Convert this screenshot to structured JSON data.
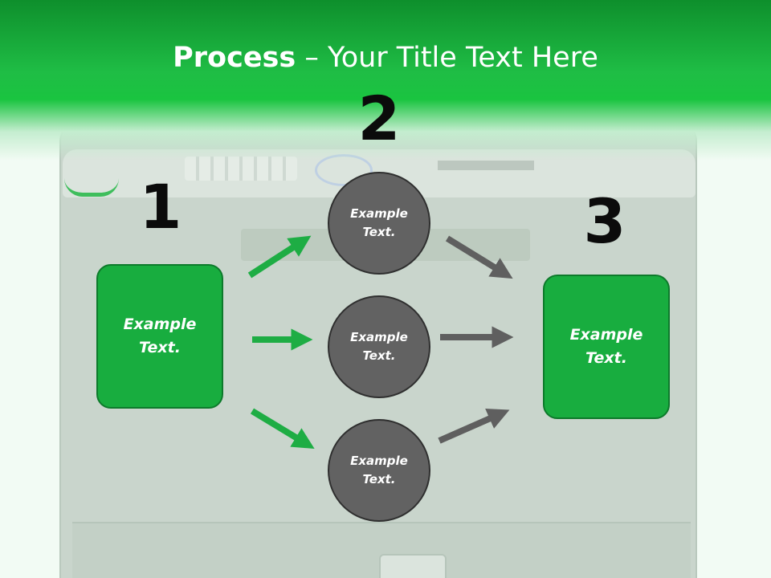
{
  "title": {
    "bold": "Process",
    "rest": " – Your Title Text Here"
  },
  "steps": [
    {
      "number": "1",
      "label": "Example Text."
    },
    {
      "number": "2",
      "labels": [
        "Example Text.",
        "Example Text.",
        "Example Text."
      ]
    },
    {
      "number": "3",
      "label": "Example Text."
    }
  ],
  "colors": {
    "header_green": "#1fbd45",
    "box_fill": "#18ad3f",
    "circle_fill": "#626262",
    "arrow_green": "#1ead44",
    "arrow_gray": "#5f5f5f"
  }
}
